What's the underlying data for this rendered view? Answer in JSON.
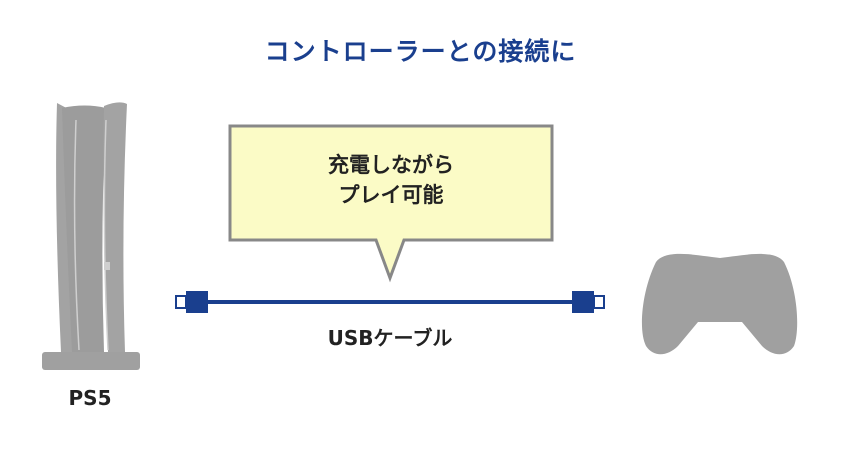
{
  "title": "コントローラーとの接続に",
  "console_label": "PS5",
  "cable_label": "USBケーブル",
  "bubble": {
    "line1": "充電しながら",
    "line2": "プレイ可能"
  },
  "colors": {
    "title": "#1a3f8e",
    "cable": "#1a3f8e",
    "device": "#a0a0a0",
    "bubble_fill": "#fbfbc6",
    "bubble_border": "#888888"
  },
  "icons": [
    "ps5-console-icon",
    "usb-cable-icon",
    "controller-icon",
    "speech-bubble"
  ]
}
